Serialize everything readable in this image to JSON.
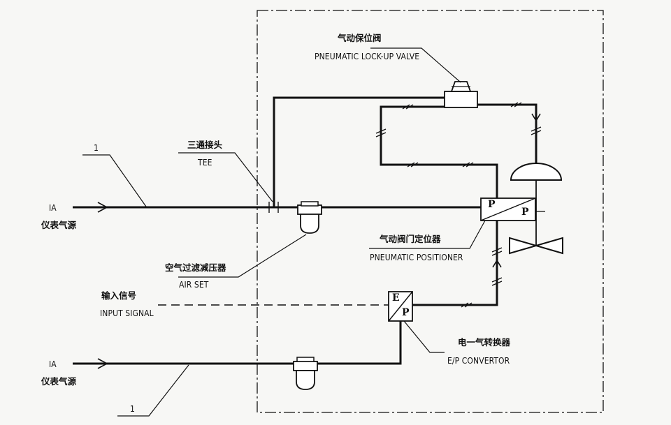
{
  "labels": {
    "lockup_zh": "气动保位阀",
    "lockup_en": "PNEUMATIC LOCK-UP VALVE",
    "tee_zh": "三通接头",
    "tee_en": "TEE",
    "ia_top": "IA",
    "ia_top_zh": "仪表气源",
    "ia_bottom": "IA",
    "ia_bottom_zh": "仪表气源",
    "callout_top": "1",
    "callout_bottom": "1",
    "positioner_zh": "气动阀门定位器",
    "positioner_en": "PNEUMATIC POSITIONER",
    "airset_zh": "空气过滤减压器",
    "airset_en": "AIR SET",
    "input_zh": "输入信号",
    "input_en": "INPUT SIGNAL",
    "ep_zh": "电一气转换器",
    "ep_en": "E/P CONVERTOR"
  },
  "positioner_box": {
    "left": "P",
    "right": "P"
  },
  "ep_box": {
    "top": "E",
    "bottom": "P"
  },
  "colors": {
    "line": "#111111",
    "background": "#f7f7f5"
  }
}
